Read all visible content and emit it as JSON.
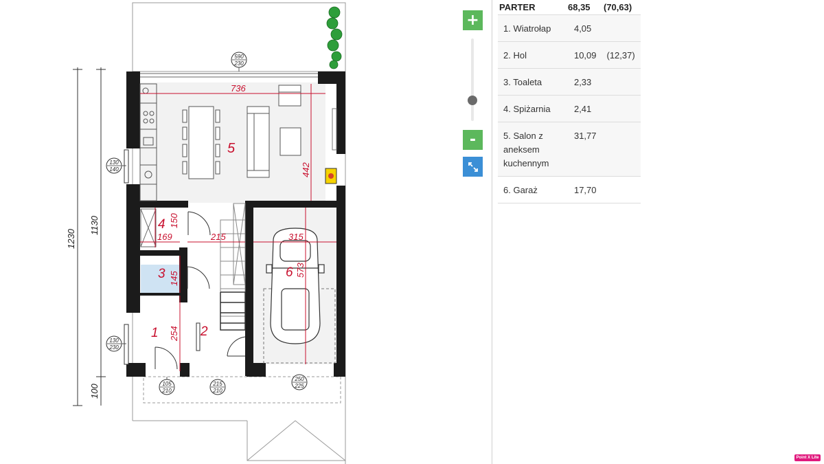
{
  "header": {
    "level": "PARTER",
    "area": "68,35",
    "area_total": "(70,63)"
  },
  "rooms": [
    {
      "name": "1. Wiatrołap",
      "area": "4,05",
      "extra": ""
    },
    {
      "name": "2. Hol",
      "area": "10,09",
      "extra": "(12,37)"
    },
    {
      "name": "3. Toaleta",
      "area": "2,33",
      "extra": ""
    },
    {
      "name": "4. Spiżarnia",
      "area": "2,41",
      "extra": ""
    },
    {
      "name": "5. Salon z aneksem kuchennym",
      "area": "31,77",
      "extra": ""
    },
    {
      "name": "6. Garaż",
      "area": "17,70",
      "extra": ""
    }
  ],
  "controls": {
    "zoom_in": "+",
    "zoom_out": "-",
    "fullscreen_icon": "expand-icon",
    "zoom_level": 0.25
  },
  "plan": {
    "room_numbers": [
      "1",
      "2",
      "3",
      "4",
      "5",
      "6"
    ],
    "dimensions": [
      "736",
      "442",
      "169",
      "150",
      "215",
      "315",
      "573",
      "145",
      "254",
      "1230",
      "1130",
      "100"
    ],
    "openings": [
      {
        "top": "590",
        "bottom": "230"
      },
      {
        "top": "130",
        "bottom": "140"
      },
      {
        "top": "130",
        "bottom": "230"
      },
      {
        "top": "105",
        "bottom": "210"
      },
      {
        "top": "215",
        "bottom": "210"
      },
      {
        "top": "250",
        "bottom": "225"
      }
    ]
  },
  "badge": "Point X Lite",
  "colors": {
    "wall": "#1b1b1b",
    "dimension": "#c8102e",
    "zoom": "#5cb85c",
    "fullscreen": "#3b8fd6",
    "toilet": "#cfe3f3"
  }
}
